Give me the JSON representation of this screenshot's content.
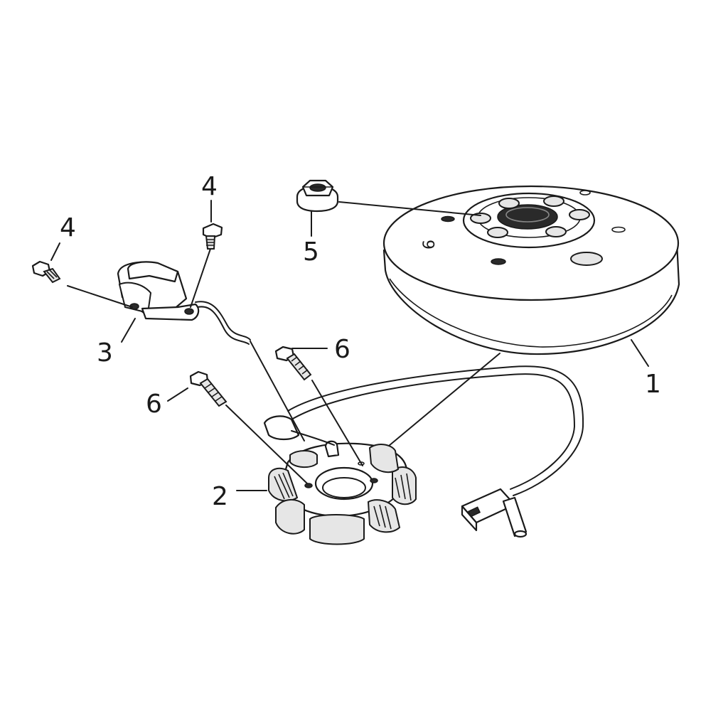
{
  "callouts": {
    "flywheel": "1",
    "stator": "2",
    "pickup_sensor": "3",
    "sensor_bolt_left": "4",
    "sensor_bolt_right": "4",
    "nut": "5",
    "stator_bolt_right": "6",
    "stator_bolt_left": "6"
  },
  "flywheel_marking": "6"
}
